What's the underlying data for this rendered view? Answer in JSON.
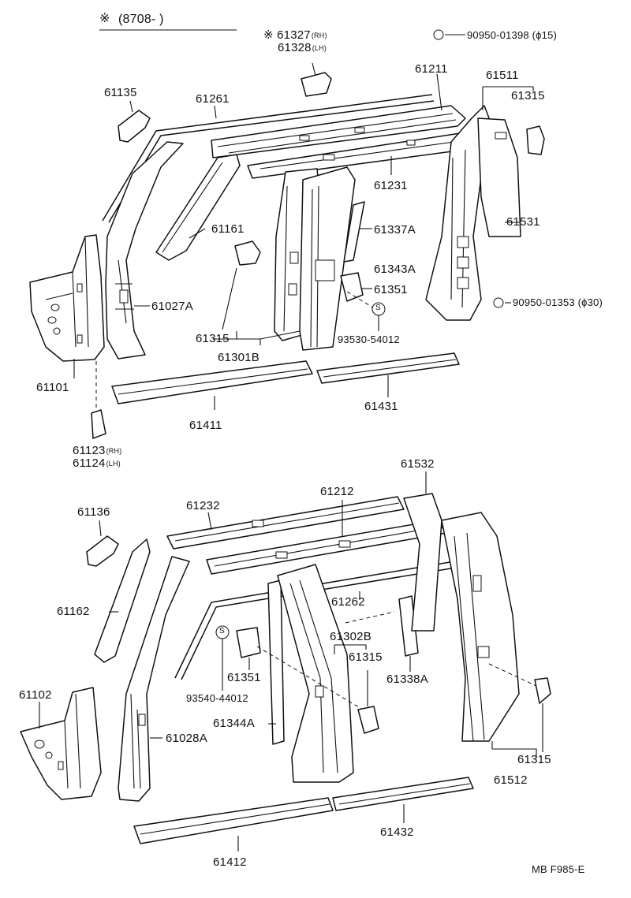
{
  "header": {
    "symbol": "※",
    "range": "(8708-        )"
  },
  "footer": {
    "code": "MB F985-E"
  },
  "labels": {
    "p61327": "※ 61327",
    "p61327_suffix": "(RH)",
    "p61328": "61328",
    "p61328_suffix": "(LH)",
    "p90950_01398": "90950-01398 (ϕ15)",
    "p61211": "61211",
    "p61511": "61511",
    "p61135": "61135",
    "p61261": "61261",
    "p61315_a": "61315",
    "p61231": "61231",
    "p61161": "61161",
    "p61337A": "61337A",
    "p61531": "61531",
    "p61343A": "61343A",
    "p61351_a": "61351",
    "p61027A": "61027A",
    "p90950_01353": "90950-01353 (ϕ30)",
    "p61315_b": "61315",
    "p93530_54012": "93530-54012",
    "p61301B": "61301B",
    "p61101": "61101",
    "p61411": "61411",
    "p61431": "61431",
    "p61123": "61123",
    "p61123_suffix": "(RH)",
    "p61124": "61124",
    "p61124_suffix": "(LH)",
    "p61532": "61532",
    "p61232": "61232",
    "p61212": "61212",
    "p61136": "61136",
    "p61162": "61162",
    "p61262": "61262",
    "p61302B": "61302B",
    "p61315_c": "61315",
    "p61338A": "61338A",
    "p61351_b": "61351",
    "p93540_44012": "93540-44012",
    "p61102": "61102",
    "p61344A": "61344A",
    "p61028A": "61028A",
    "p61315_d": "61315",
    "p61512": "61512",
    "p61432": "61432",
    "p61412": "61412",
    "s_mark": "S"
  }
}
